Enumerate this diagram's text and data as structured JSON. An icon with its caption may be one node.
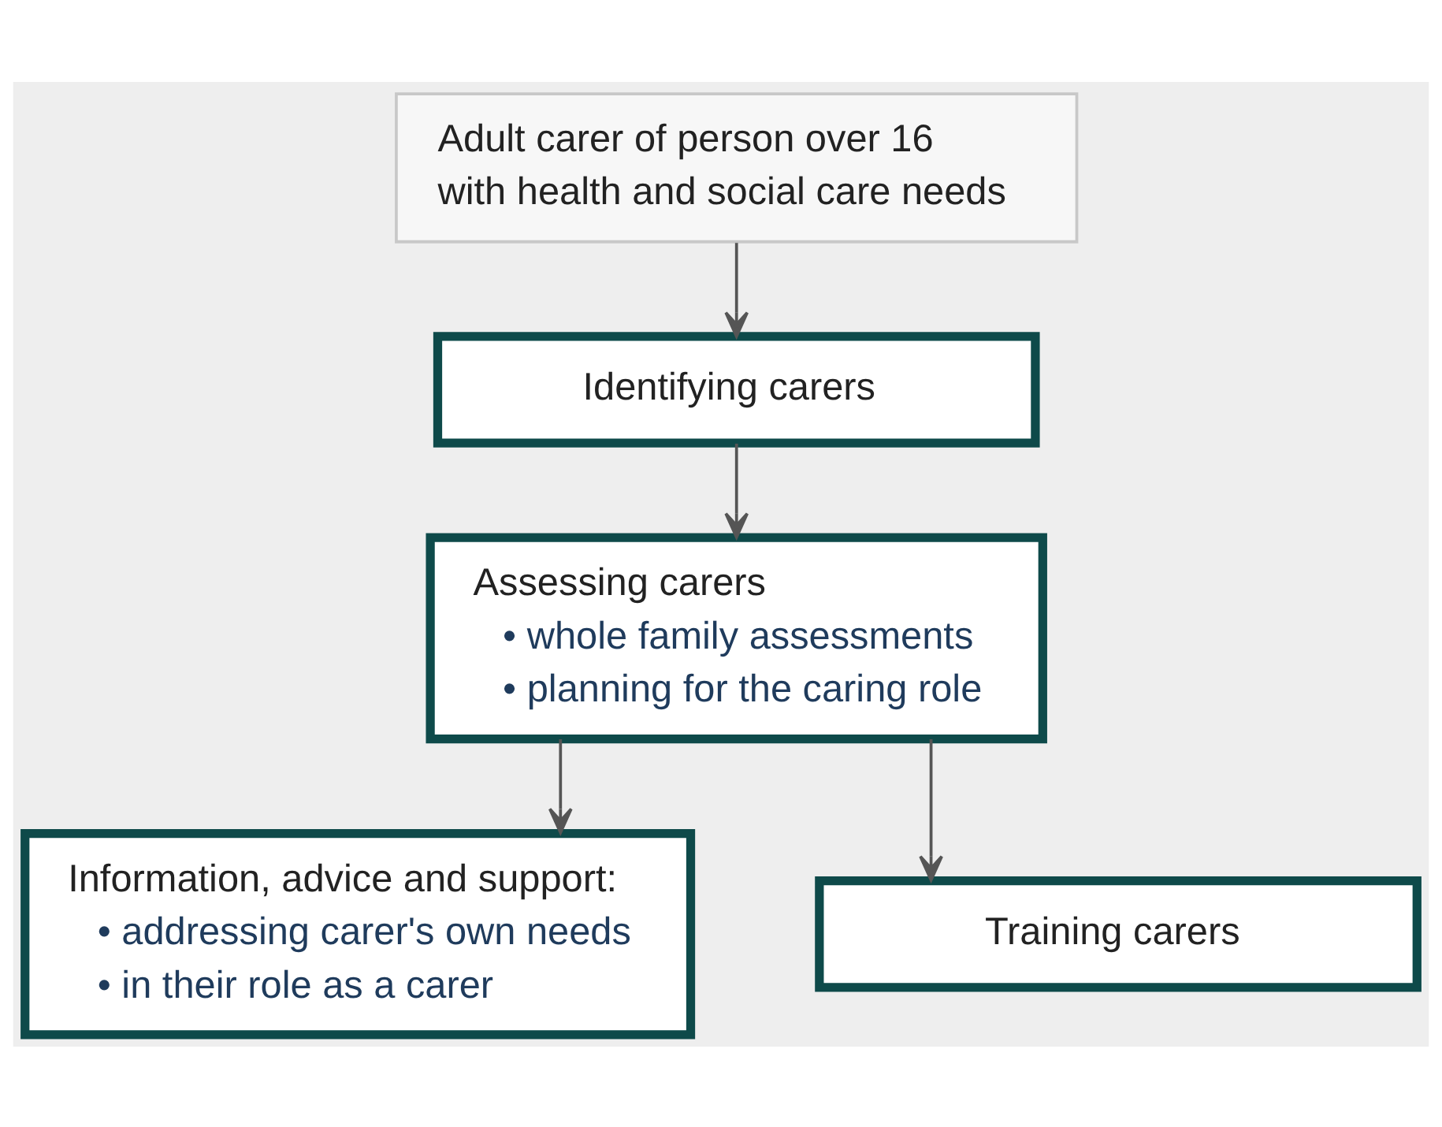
{
  "diagram": {
    "nodes": [
      {
        "text": [
          "Adult carer of person over 16 with health and social care needs"
        ]
      },
      {
        "text": [
          "Identifying carers"
        ]
      },
      {
        "text": [
          "Assessing carers",
          "• whole family assessments",
          "• planning for the caring role"
        ]
      },
      {
        "text": [
          "Information, advice and support:",
          "• addressing carer's own needs",
          "• in their role as a carer"
        ]
      },
      {
        "text": [
          "Training carers"
        ]
      }
    ],
    "edges": [
      {
        "from": 0,
        "to": 1,
        "arrow": "to"
      },
      {
        "from": 1,
        "to": 2,
        "arrow": "to"
      },
      {
        "from": 2,
        "to": 3,
        "arrow": "to"
      },
      {
        "from": 2,
        "to": 4,
        "arrow": "to"
      }
    ]
  }
}
